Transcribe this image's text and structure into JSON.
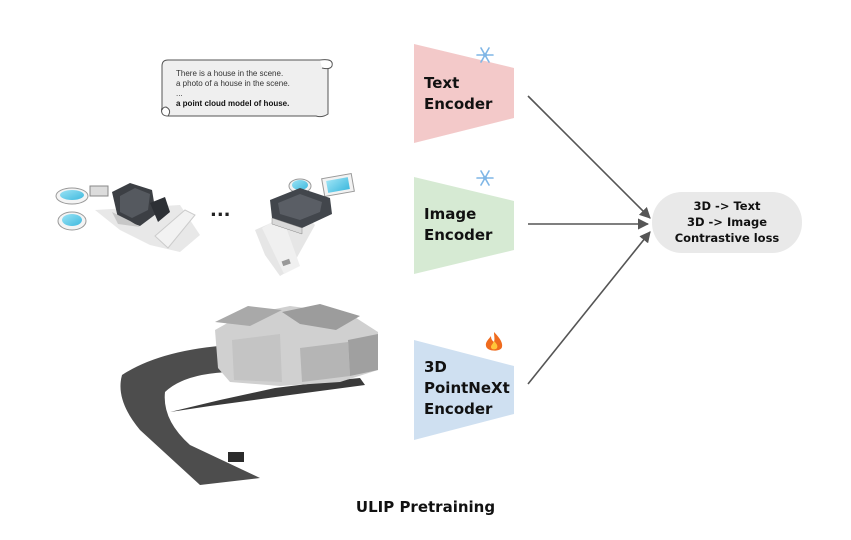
{
  "caption": "ULIP Pretraining",
  "text_prompts": [
    {
      "text": "There is a house in the scene.",
      "bold": false
    },
    {
      "text": "a photo of a house in the scene.",
      "bold": false
    },
    {
      "text": "...",
      "bold": false
    },
    {
      "text": "a point cloud model of house.",
      "bold": true
    }
  ],
  "image_ellipsis": "...",
  "encoders": [
    {
      "id": "text",
      "lines": [
        "Text",
        "Encoder"
      ],
      "fill": "#f3c9c9",
      "status_icon": "snowflake-icon"
    },
    {
      "id": "image",
      "lines": [
        "Image",
        "Encoder"
      ],
      "fill": "#d6ead3",
      "status_icon": "snowflake-icon"
    },
    {
      "id": "pointcloud",
      "lines": [
        "3D",
        "PointNeXt",
        "Encoder"
      ],
      "fill": "#cfe0f1",
      "status_icon": "fire-icon"
    }
  ],
  "result": {
    "lines": [
      "3D -> Text",
      "3D -> Image",
      "Contrastive loss"
    ],
    "fill": "#e9e9e9"
  },
  "colors": {
    "arrow": "#555555",
    "frozen_icon": "#7fb6e6",
    "trainable_icon": "#ef6b1e"
  }
}
